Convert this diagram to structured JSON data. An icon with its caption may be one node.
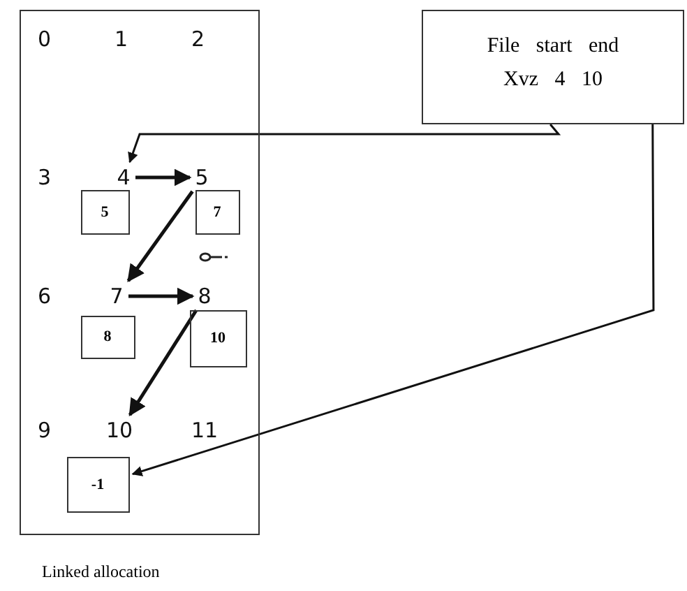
{
  "diagram": {
    "caption": "Linked allocation",
    "nodes": [
      {
        "text": [],
        "shape": "box"
      },
      {
        "text": [
          "File start end",
          "Xvz 4 10"
        ]
      },
      {
        "text": [
          "4"
        ],
        "in": 0
      },
      {
        "text": [
          "5"
        ],
        "in": 0
      },
      {
        "text": [
          "5"
        ],
        "in": 0
      },
      {
        "text": [
          "7"
        ],
        "in": 0
      },
      {
        "text": [
          "7"
        ],
        "in": 0
      },
      {
        "text": [
          "8"
        ],
        "in": 0
      },
      {
        "text": [
          "8"
        ],
        "in": 0
      },
      {
        "text": [
          "10"
        ],
        "in": 0
      },
      {
        "text": [
          "10"
        ],
        "in": 0
      },
      {
        "text": [
          "-1"
        ],
        "in": 0
      }
    ],
    "edges": [
      {
        "from": 1,
        "to": 2,
        "arrow": "to"
      },
      {
        "from": 2,
        "to": 3,
        "arrow": "to"
      },
      {
        "from": 3,
        "to": 6,
        "arrow": "to"
      },
      {
        "from": 6,
        "to": 7,
        "arrow": "to"
      },
      {
        "from": 7,
        "to": 10,
        "arrow": "to"
      },
      {
        "from": 1,
        "to": 11,
        "arrow": "to"
      }
    ],
    "labels": [
      "0",
      "1",
      "2",
      "3",
      "6",
      "9",
      "11"
    ]
  }
}
